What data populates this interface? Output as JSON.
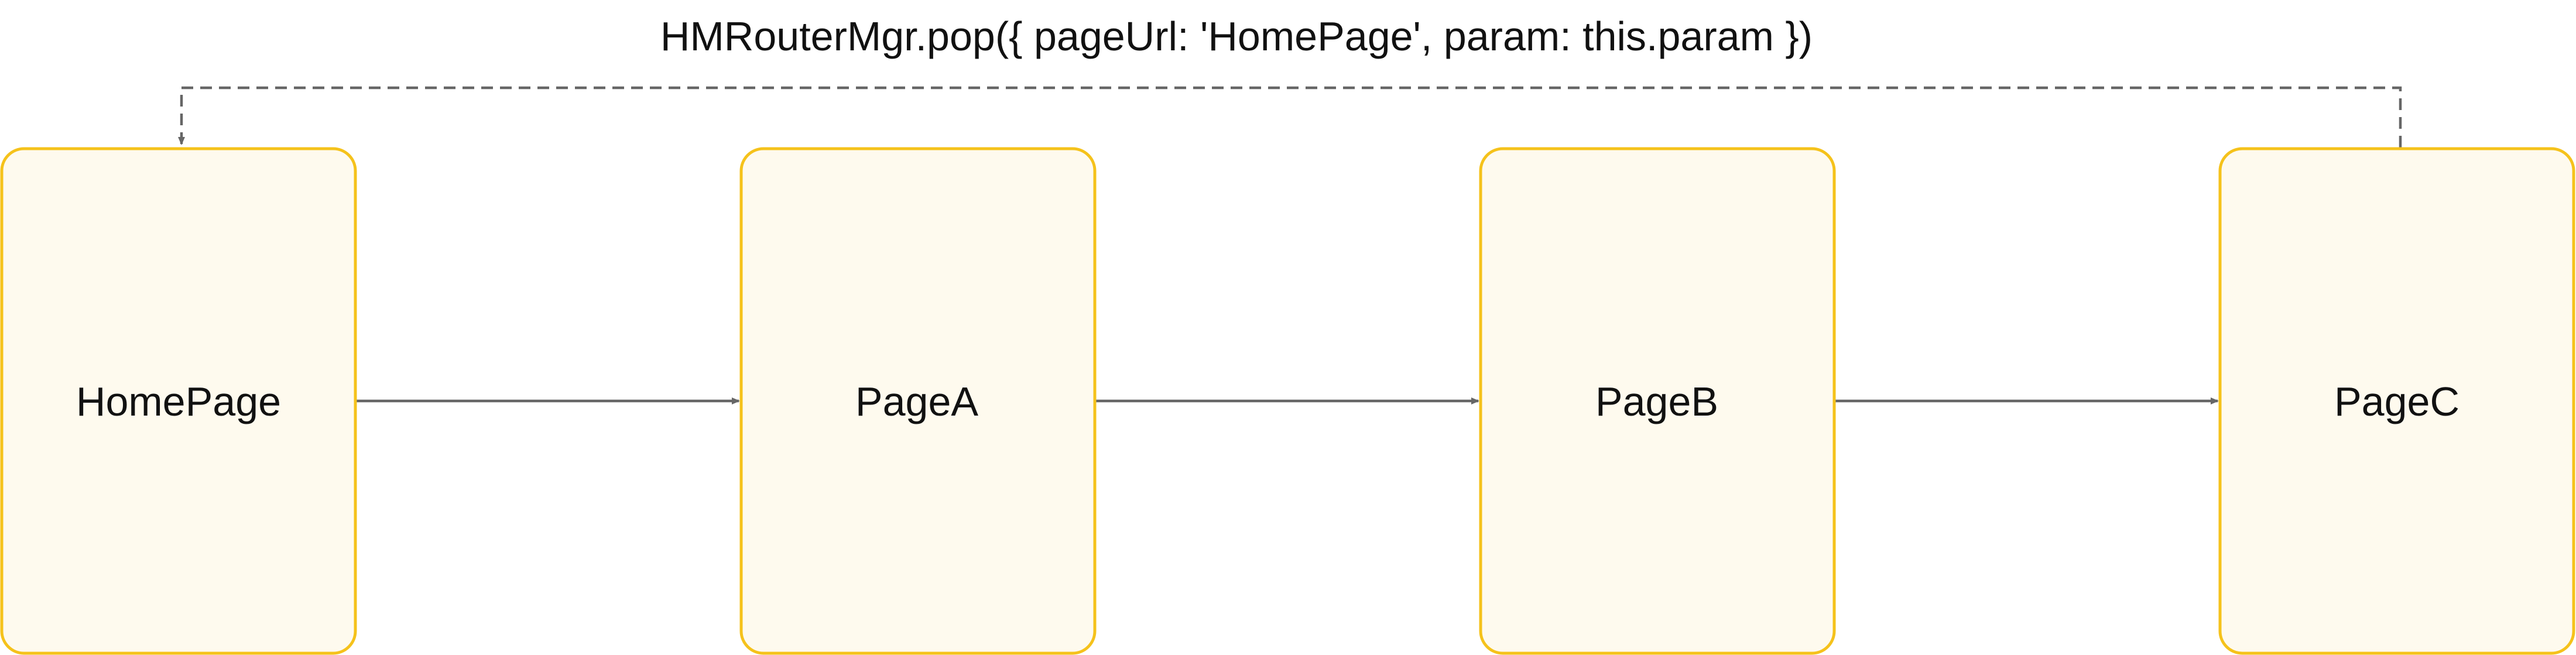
{
  "caption": "HMRouterMgr.pop({ pageUrl: 'HomePage', param: this.param })",
  "pages": [
    {
      "id": "home",
      "label": "HomePage"
    },
    {
      "id": "a",
      "label": "PageA"
    },
    {
      "id": "b",
      "label": "PageB"
    },
    {
      "id": "c",
      "label": "PageC"
    }
  ],
  "edges": [
    {
      "from": "home",
      "to": "a",
      "style": "solid"
    },
    {
      "from": "a",
      "to": "b",
      "style": "solid"
    },
    {
      "from": "b",
      "to": "c",
      "style": "solid"
    },
    {
      "from": "c",
      "to": "home",
      "style": "dashed"
    }
  ],
  "colors": {
    "box_border": "#F5C21B",
    "box_fill": "#FEFAEE",
    "arrow": "#666666",
    "text": "#111111"
  }
}
